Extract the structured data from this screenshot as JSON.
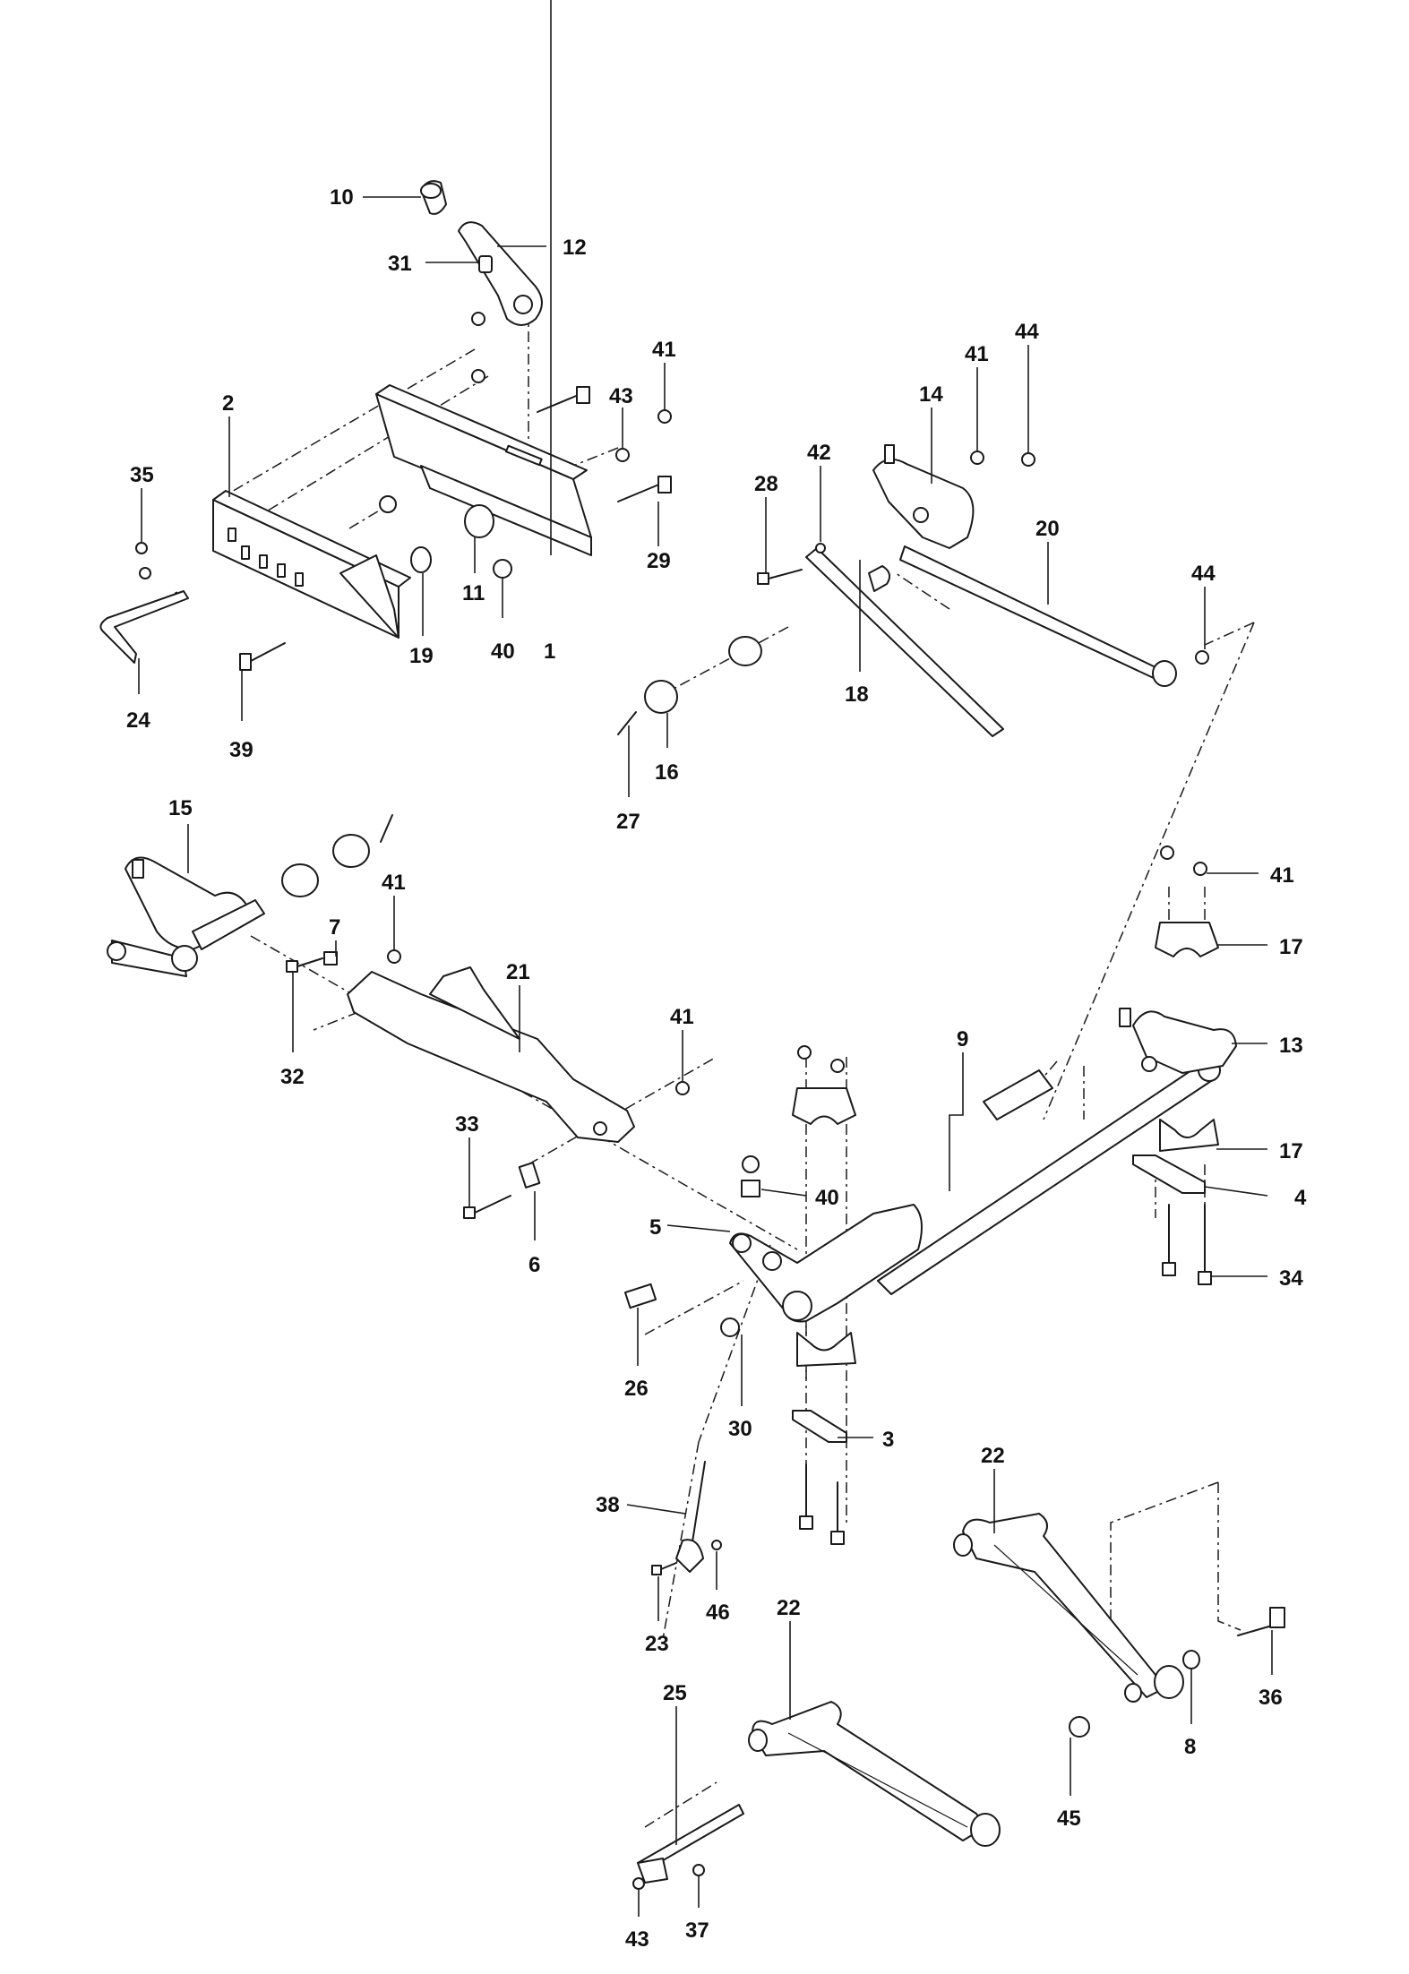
{
  "callouts": [
    {
      "id": "c10a",
      "label": "10"
    },
    {
      "id": "c12",
      "label": "12"
    },
    {
      "id": "c31",
      "label": "31"
    },
    {
      "id": "c41a",
      "label": "41"
    },
    {
      "id": "c43a",
      "label": "43"
    },
    {
      "id": "c2",
      "label": "2"
    },
    {
      "id": "c35",
      "label": "35"
    },
    {
      "id": "c29",
      "label": "29"
    },
    {
      "id": "c11",
      "label": "11"
    },
    {
      "id": "c40a",
      "label": "40"
    },
    {
      "id": "c1",
      "label": "1"
    },
    {
      "id": "c19",
      "label": "19"
    },
    {
      "id": "c24",
      "label": "24"
    },
    {
      "id": "c39",
      "label": "39"
    },
    {
      "id": "c44a",
      "label": "44"
    },
    {
      "id": "c41b",
      "label": "41"
    },
    {
      "id": "c14",
      "label": "14"
    },
    {
      "id": "c42",
      "label": "42"
    },
    {
      "id": "c28",
      "label": "28"
    },
    {
      "id": "c20",
      "label": "20"
    },
    {
      "id": "c44b",
      "label": "44"
    },
    {
      "id": "c18",
      "label": "18"
    },
    {
      "id": "c16",
      "label": "16"
    },
    {
      "id": "c27",
      "label": "27"
    },
    {
      "id": "c15",
      "label": "15"
    },
    {
      "id": "c41c",
      "label": "41"
    },
    {
      "id": "c7",
      "label": "7"
    },
    {
      "id": "c21",
      "label": "21"
    },
    {
      "id": "c32",
      "label": "32"
    },
    {
      "id": "c41d",
      "label": "41"
    },
    {
      "id": "c41e",
      "label": "41"
    },
    {
      "id": "c17a",
      "label": "17"
    },
    {
      "id": "c13",
      "label": "13"
    },
    {
      "id": "c9",
      "label": "9"
    },
    {
      "id": "c17b",
      "label": "17"
    },
    {
      "id": "c4",
      "label": "4"
    },
    {
      "id": "c34",
      "label": "34"
    },
    {
      "id": "c33",
      "label": "33"
    },
    {
      "id": "c6",
      "label": "6"
    },
    {
      "id": "c40b",
      "label": "40"
    },
    {
      "id": "c5",
      "label": "5"
    },
    {
      "id": "c26",
      "label": "26"
    },
    {
      "id": "c30",
      "label": "30"
    },
    {
      "id": "c3",
      "label": "3"
    },
    {
      "id": "c22a",
      "label": "22"
    },
    {
      "id": "c38",
      "label": "38"
    },
    {
      "id": "c23",
      "label": "23"
    },
    {
      "id": "c46",
      "label": "46"
    },
    {
      "id": "c22b",
      "label": "22"
    },
    {
      "id": "c36",
      "label": "36"
    },
    {
      "id": "c25",
      "label": "25"
    },
    {
      "id": "c8",
      "label": "8"
    },
    {
      "id": "c45",
      "label": "45"
    },
    {
      "id": "c37",
      "label": "37"
    },
    {
      "id": "c43b",
      "label": "43"
    }
  ]
}
